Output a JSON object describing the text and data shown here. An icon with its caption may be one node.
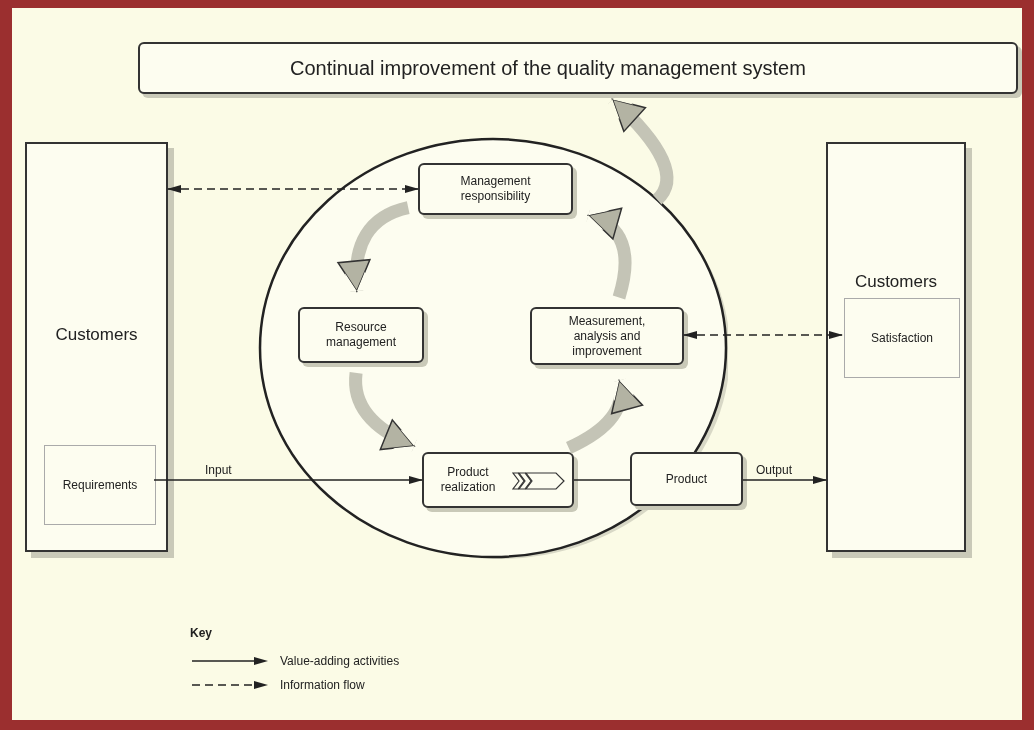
{
  "diagram": {
    "nodes": [
      {
        "text": [
          "Continual improvement of the quality management system"
        ]
      },
      {
        "text": [
          "Customers"
        ]
      },
      {
        "text": [
          "Requirements"
        ],
        "in": 1
      },
      {
        "text": [],
        "shape": "circle"
      },
      {
        "text": [
          "Management responsibility"
        ],
        "in": 3
      },
      {
        "text": [
          "Resource management"
        ],
        "in": 3
      },
      {
        "text": [
          "Measurement, analysis and improvement"
        ],
        "in": 3
      },
      {
        "text": [
          "Product realization"
        ],
        "in": 3
      },
      {
        "text": [
          "Product"
        ]
      },
      {
        "text": [
          "Customers"
        ]
      },
      {
        "text": [
          "Satisfaction"
        ],
        "in": 9
      }
    ],
    "edges": [
      {
        "from": 1,
        "to": 4,
        "arrow": "both",
        "style": "dashed"
      },
      {
        "from": 6,
        "to": 10,
        "arrow": "both",
        "style": "dashed"
      },
      {
        "from": 2,
        "to": 7,
        "arrow": "to",
        "label": "Input"
      },
      {
        "from": 7,
        "to": 8,
        "arrow": "none"
      },
      {
        "from": 8,
        "to": 9,
        "arrow": "to",
        "label": "Output"
      },
      {
        "from": 4,
        "to": 5,
        "arrow": "to",
        "style": "thick",
        "color": "#c4c4b6"
      },
      {
        "from": 5,
        "to": 7,
        "arrow": "to",
        "style": "thick",
        "color": "#c4c4b6"
      },
      {
        "from": 7,
        "to": 6,
        "arrow": "to",
        "style": "thick",
        "color": "#c4c4b6"
      },
      {
        "from": 6,
        "to": 4,
        "arrow": "to",
        "style": "thick",
        "color": "#c4c4b6"
      },
      {
        "from": 3,
        "to": 0,
        "arrow": "to",
        "style": "thick",
        "color": "#c4c4b6"
      }
    ],
    "labels": [
      "Key"
    ],
    "legend": [
      {
        "text": "Value-adding activities"
      },
      {
        "text": "Information flow"
      }
    ]
  }
}
